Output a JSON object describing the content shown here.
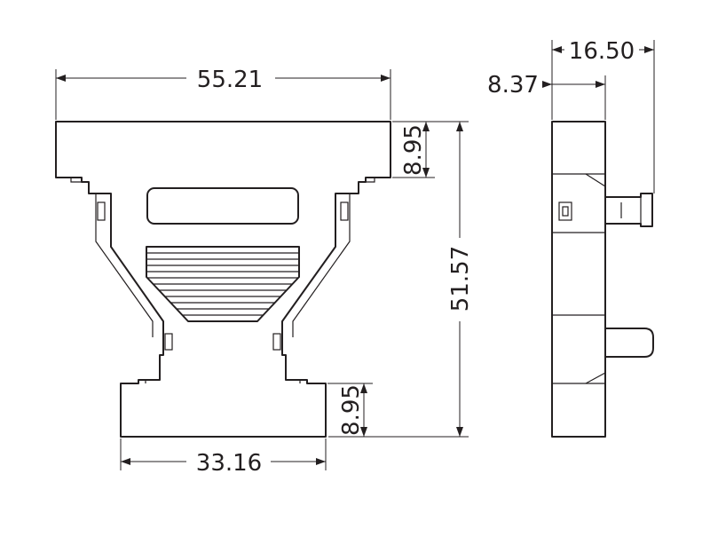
{
  "colors": {
    "line": "#231f20",
    "background": "#ffffff"
  },
  "dimensions": {
    "overall_width": "55.21",
    "top_flange_height": "8.95",
    "overall_height": "51.57",
    "bottom_flange_height": "8.95",
    "bottom_width": "33.16",
    "side_depth_total": "16.50",
    "side_depth_partial": "8.37"
  }
}
